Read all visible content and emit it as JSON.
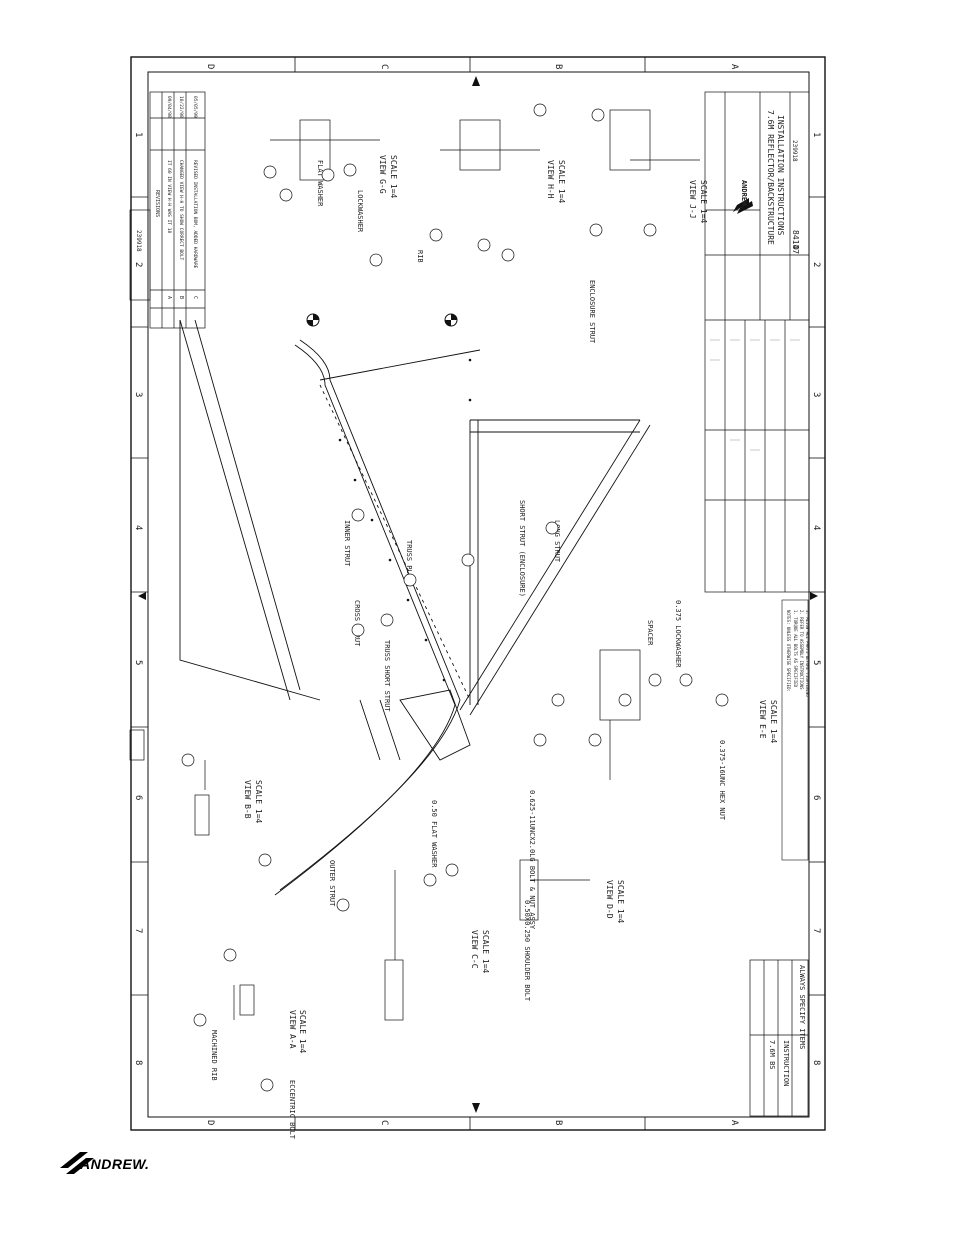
{
  "zone_numbers": [
    "1",
    "2",
    "3",
    "4",
    "5",
    "6",
    "7",
    "8"
  ],
  "zone_letters": [
    "D",
    "C",
    "B",
    "A"
  ],
  "title_block": {
    "company": "ANDREW",
    "title_line1": "7.6M REFLECTOR/BACKSTRUCTURE",
    "title_line2": "INSTALLATION INSTRUCTIONS",
    "size": "D",
    "cage": "84147",
    "drawing_no": "239918"
  },
  "revision_block": {
    "header": "REVISIONS",
    "rows": [
      {
        "rev": "A",
        "desc": "IT 60 IN VIEW H-H WAS IT 18",
        "date": "09/04/98"
      },
      {
        "rev": "B",
        "desc": "CHANGED VIEW H-H TO SHOW CORRECT BOLT",
        "date": "10/22/98"
      },
      {
        "rev": "C",
        "desc": "REVISED INSTALLATION BOM, ADDED HARDWARE",
        "date": "05/05/99"
      }
    ],
    "drawing_ref": "239918"
  },
  "notes_block": {
    "lines": [
      "NOTES: UNLESS OTHERWISE SPECIFIED:",
      "1. TORQUE ALL BOLTS AS SPECIFIED",
      "2. REFER TO ASSEMBLY INSTRUCTIONS",
      "3. ALIGN ALL PARTS BEFORE TIGHTENING"
    ]
  },
  "views": [
    {
      "name": "VIEW A-A",
      "scale": "SCALE 1=4"
    },
    {
      "name": "VIEW B-B",
      "scale": "SCALE 1=4"
    },
    {
      "name": "VIEW C-C",
      "scale": "SCALE 1=4"
    },
    {
      "name": "VIEW D-D",
      "scale": "SCALE 1=4"
    },
    {
      "name": "VIEW E-E",
      "scale": "SCALE 1=4"
    },
    {
      "name": "VIEW G-G",
      "scale": "SCALE 1=4"
    },
    {
      "name": "VIEW H-H",
      "scale": "SCALE 1=4"
    },
    {
      "name": "VIEW J-J",
      "scale": "SCALE 1=4"
    }
  ],
  "labels": {
    "outer_strut": "OUTER STRUT",
    "inner_strut": "INNER STRUT",
    "cross_strut": "CROSS STRUT",
    "long_strut": "LONG STRUT",
    "truss_short_strut": "TRUSS SHORT STRUT",
    "truss_plate": "TRUSS PLATE",
    "short_strut": "SHORT STRUT (ENCLOSURE)",
    "enclosure_strut": "ENCLOSURE STRUT",
    "machined_rib": "MACHINED RIB",
    "eccentric_bolt": "ECCENTRIC BOLT",
    "flat_washer_050": "0.50 FLAT WASHER",
    "lockwasher_0375": "0.375 LOCKWASHER",
    "hex_nut": "0.375-16UNC HEX NUT",
    "spacer": "SPACER",
    "shoulder_bolt": "0.50X0.250 SHOULDER BOLT",
    "bolt_nut_assy": "0.625-11UNCX2.0LG BOLT & NUT ASSY",
    "rib": "RIB",
    "lockwasher": "LOCKWASHER",
    "flat_washer": "FLAT WASHER"
  },
  "bottom_left_block": {
    "line1": "7.6M BS",
    "line2": "INSTRUCTION",
    "line3": "ALWAYS SPECIFY ITEMS"
  },
  "logo_text": "ANDREW."
}
